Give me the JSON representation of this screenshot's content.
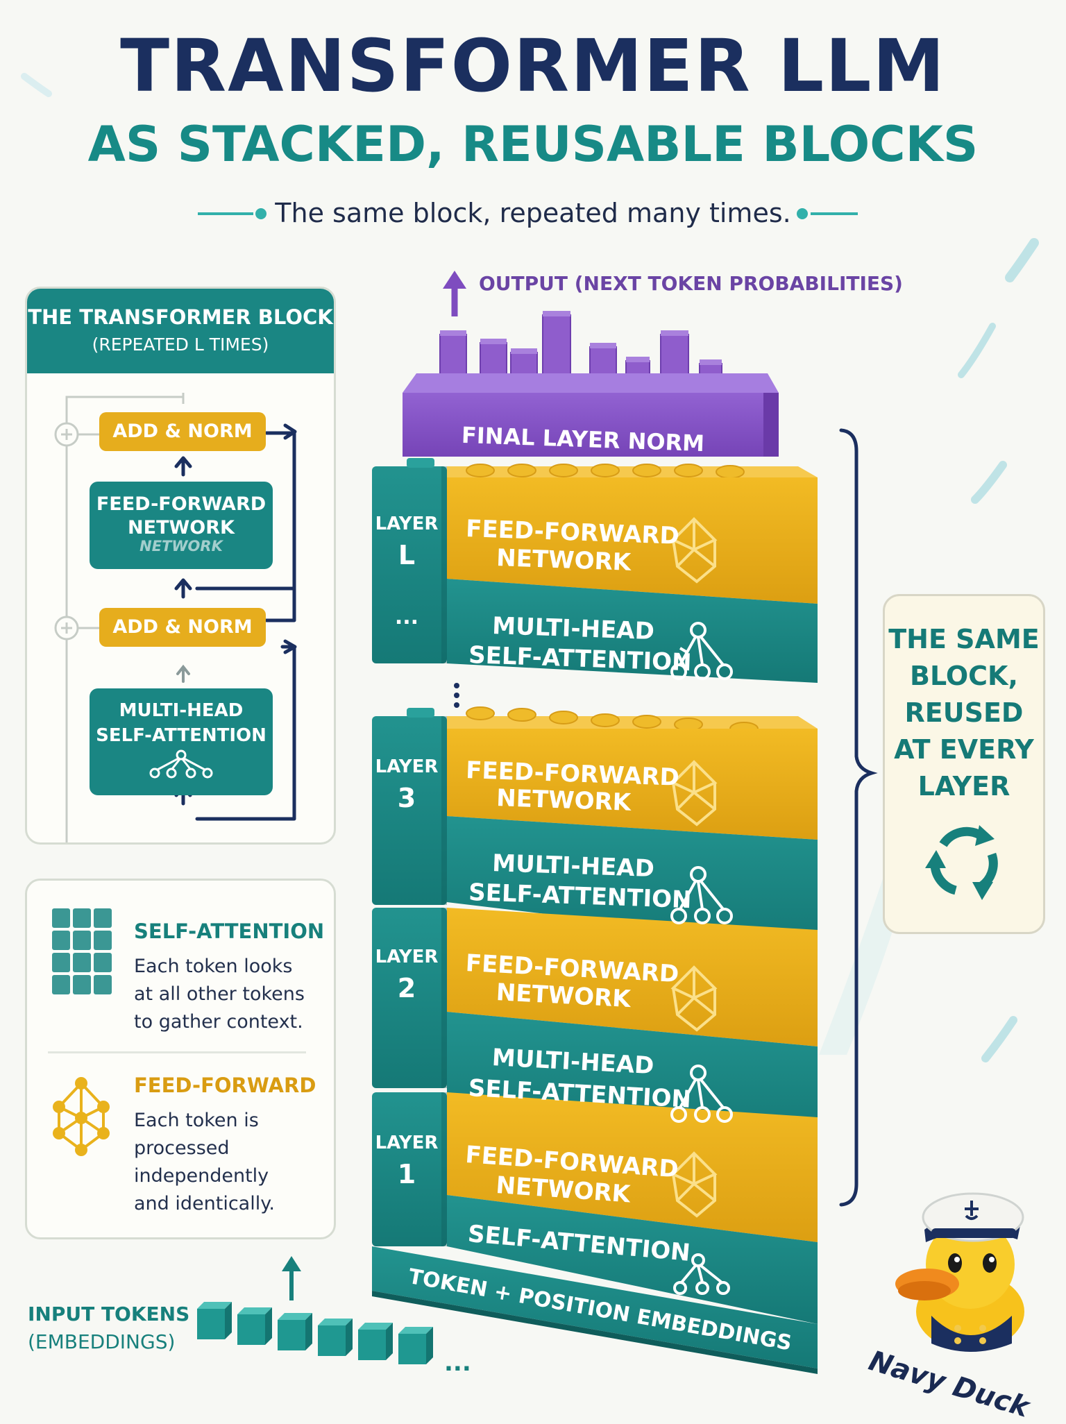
{
  "title": "TRANSFORMER LLM",
  "subtitle": "AS STACKED, REUSABLE BLOCKS",
  "tagline": "The same block, repeated many times.",
  "block_panel": {
    "title": "THE TRANSFORMER BLOCK",
    "subtitle": "(REPEATED L TIMES)",
    "add_norm_top": "ADD & NORM",
    "feed_forward_line1": "FEED-FORWARD",
    "feed_forward_line2": "NETWORK",
    "feed_forward_ghost": "NETWORK",
    "add_norm_bottom": "ADD & NORM",
    "attention_line1": "MULTI-HEAD",
    "attention_line2": "SELF-ATTENTION"
  },
  "legend": {
    "self_attention_title": "SELF-ATTENTION",
    "self_attention_text": "Each token looks at all other tokens to gather context.",
    "feed_forward_title": "FEED-FORWARD",
    "feed_forward_text": "Each token is processed independently and identically."
  },
  "output_label": "OUTPUT (NEXT TOKEN PROBABILITIES)",
  "final_norm_label": "FINAL LAYER NORM",
  "stack": {
    "layers": [
      {
        "tag": "LAYER",
        "num": "L",
        "extra": "...",
        "ff1": "FEED-FORWARD",
        "ff2": "NETWORK",
        "att1": "MULTI-HEAD",
        "att2": "SELF-ATTENTION"
      },
      {
        "tag": "LAYER",
        "num": "3",
        "ff1": "FEED-FORWARD",
        "ff2": "NETWORK",
        "att1": "MULTI-HEAD",
        "att2": "SELF-ATTENTION"
      },
      {
        "tag": "LAYER",
        "num": "2",
        "ff1": "FEED-FORWARD",
        "ff2": "NETWORK",
        "att1": "MULTI-HEAD",
        "att2": "SELF-ATTENTION"
      },
      {
        "tag": "LAYER",
        "num": "1",
        "ff1": "FEED-FORWARD",
        "ff2": "NETWORK",
        "att1": "SELF-ATTENTION"
      }
    ],
    "embedding_label": "TOKEN + POSITION EMBEDDINGS"
  },
  "reuse_text": "THE SAME BLOCK, REUSED AT EVERY LAYER",
  "input_label_line1": "INPUT TOKENS",
  "input_label_line2": "(EMBEDDINGS)",
  "input_more": "...",
  "brand": "Navy Duck",
  "colors": {
    "navy": "#1b2f5f",
    "teal": "#1a8683",
    "gold": "#e6ad1d",
    "purple": "#8552c6"
  }
}
